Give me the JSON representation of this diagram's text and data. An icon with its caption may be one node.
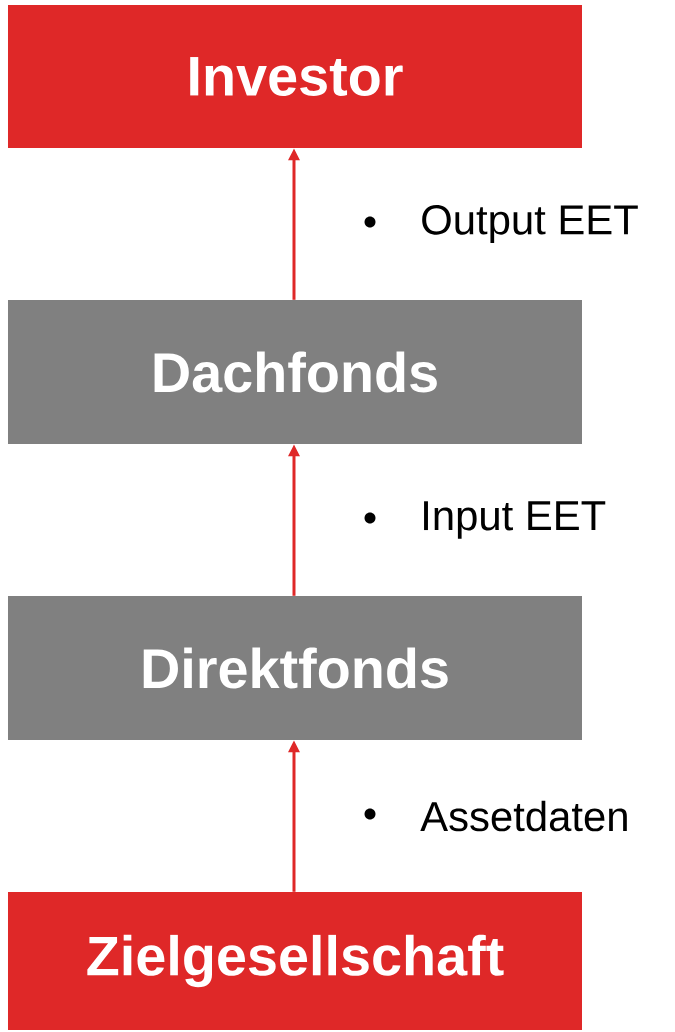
{
  "diagram": {
    "nodes": [
      {
        "text": [
          "Investor"
        ]
      },
      {
        "text": [
          "Dachfonds"
        ]
      },
      {
        "text": [
          "Direktfonds"
        ]
      },
      {
        "text": [
          "Zielgesellschaft"
        ]
      }
    ],
    "edges": [
      {
        "from": 1,
        "to": 0,
        "arrow": "to",
        "label": "Output EET"
      },
      {
        "from": 2,
        "to": 1,
        "arrow": "to",
        "label": "Input EET"
      },
      {
        "from": 3,
        "to": 2,
        "arrow": "to",
        "label": "Assetdaten"
      }
    ]
  }
}
